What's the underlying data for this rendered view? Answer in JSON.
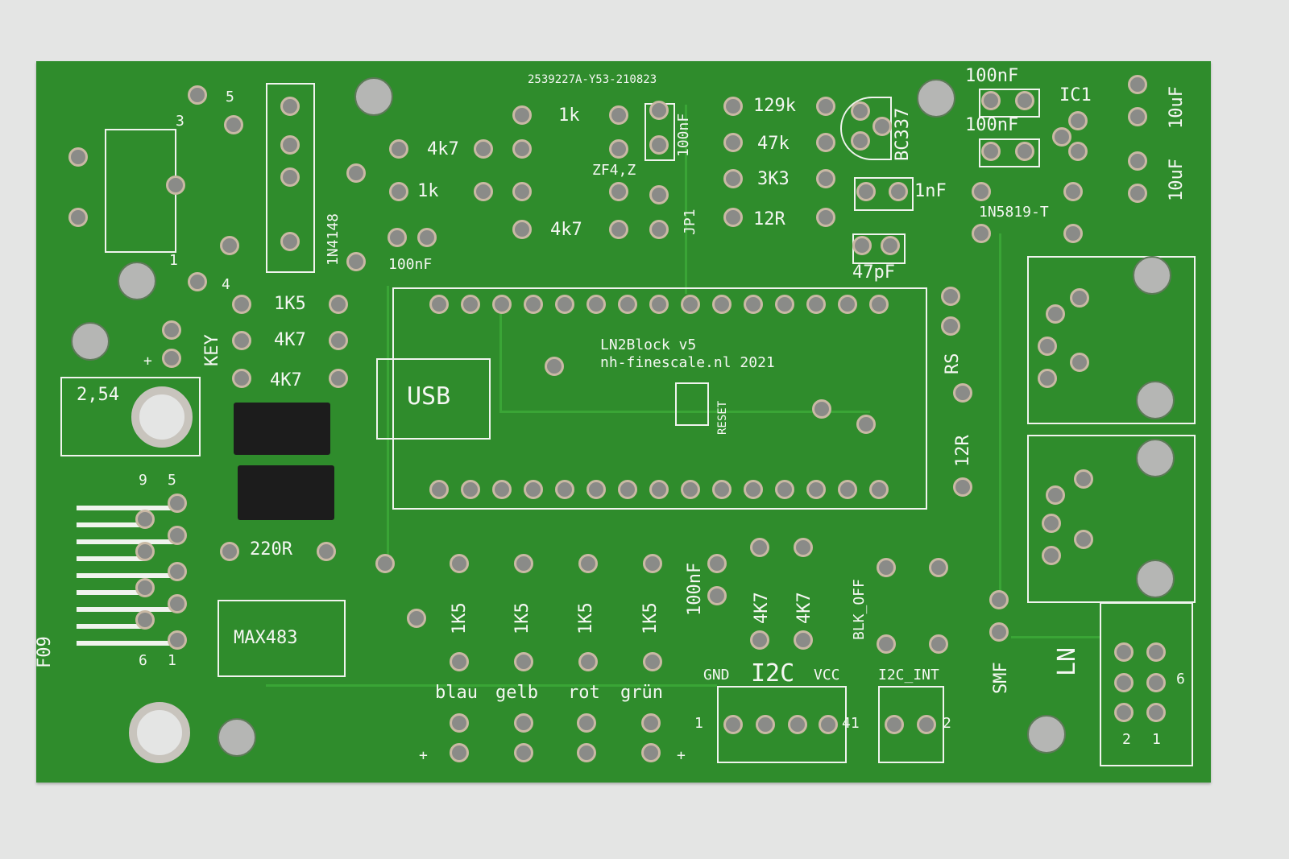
{
  "board": {
    "fab_id": "2539227A-Y53-210823",
    "title": "LN2Block v5",
    "website": "nh-finescale.nl 2021",
    "usb": "USB",
    "reset": "RESET",
    "pitch": "2,54",
    "colors": {
      "board": "#2f8c2c",
      "silkscreen": "#f4f7f2",
      "background": "#e4e5e4"
    }
  },
  "components": {
    "r_4k7_a": "4k7",
    "r_1k_a": "1k",
    "r_1k_b": "1k",
    "r_4k7_b": "4k7",
    "zener": "ZF4,Z",
    "c_100nf_a": "100nF",
    "jp1": "JP1",
    "d_1n4148": "1N4148",
    "c_100nf_b": "100nF",
    "r_129k": "129k",
    "r_47k": "47k",
    "r_3k3": "3K3",
    "r_12r_a": "12R",
    "bc337": "BC337",
    "c_1nf": "1nF",
    "c_47pf": "47pF",
    "c_100nf_c": "100nF",
    "c_100nf_d": "100nF",
    "ic1": "IC1",
    "c_10uf_a": "10uF",
    "c_10uf_b": "10uF",
    "d_1n5819": "1N5819-T",
    "r_1k5_key": "1K5",
    "r_4k7_c": "4K7",
    "r_4k7_d": "4K7",
    "key": "KEY",
    "rs": "RS",
    "r_12r_b": "12R",
    "r_220r": "220R",
    "max483": "MAX483",
    "f09": "F09",
    "r_1k5_1": "1K5",
    "r_1k5_2": "1K5",
    "r_1k5_3": "1K5",
    "r_1k5_4": "1K5",
    "c_100nf_e": "100nF",
    "r_4k7_e": "4K7",
    "r_4k7_f": "4K7",
    "blk_off": "BLK_OFF",
    "gnd": "GND",
    "i2c": "I2C",
    "vcc": "VCC",
    "i2c_int": "I2C_INT",
    "smf": "SMF",
    "ln": "LN",
    "led_blau": "blau",
    "led_gelb": "gelb",
    "led_rot": "rot",
    "led_gruen": "grün"
  },
  "pin_numbers": {
    "j1_5": "5",
    "j1_3": "3",
    "j1_1": "1",
    "j1_4": "4",
    "dsub_9": "9",
    "dsub_5": "5",
    "dsub_6": "6",
    "dsub_1": "1",
    "i2c_1": "1",
    "i2c_41": "41",
    "int_2": "2",
    "ln_6": "6",
    "ln_2": "2",
    "ln_1": "1",
    "plus": "+"
  }
}
